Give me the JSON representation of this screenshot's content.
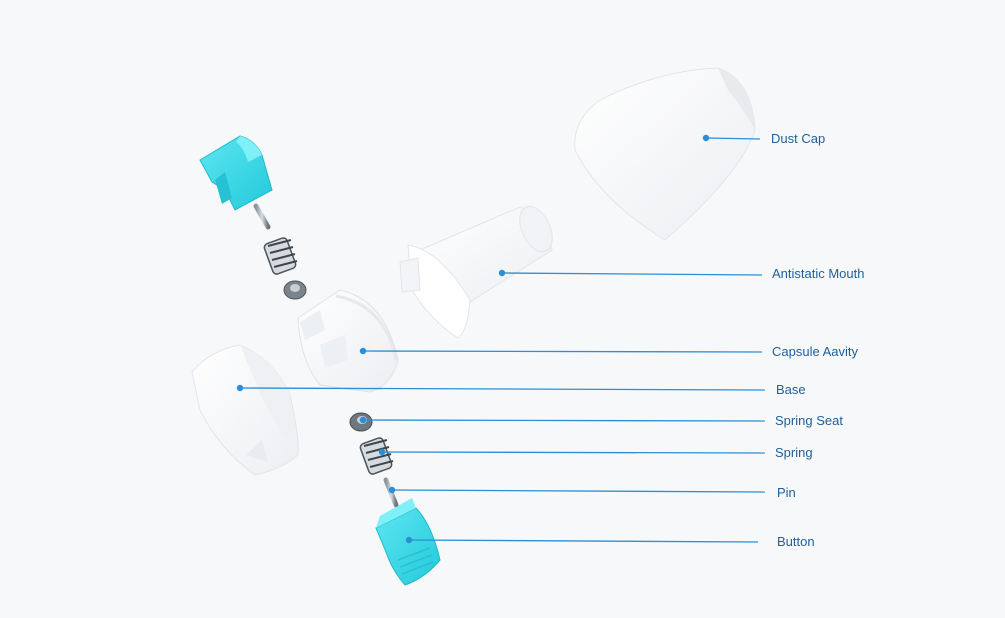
{
  "colors": {
    "background": "#f7f8fa",
    "leader_line": "#2a8fd6",
    "label_text": "#1f5f9b",
    "button_cyan": "#38dbe9",
    "part_white": "#ffffff",
    "metal_gray": "#5c6670"
  },
  "labels": {
    "dust_cap": "Dust Cap",
    "antistatic_mouth": "Antistatic Mouth",
    "capsule_cavity": "Capsule Aavity",
    "base": "Base",
    "spring_seat": "Spring Seat",
    "spring": "Spring",
    "pin": "Pin",
    "button": "Button"
  }
}
